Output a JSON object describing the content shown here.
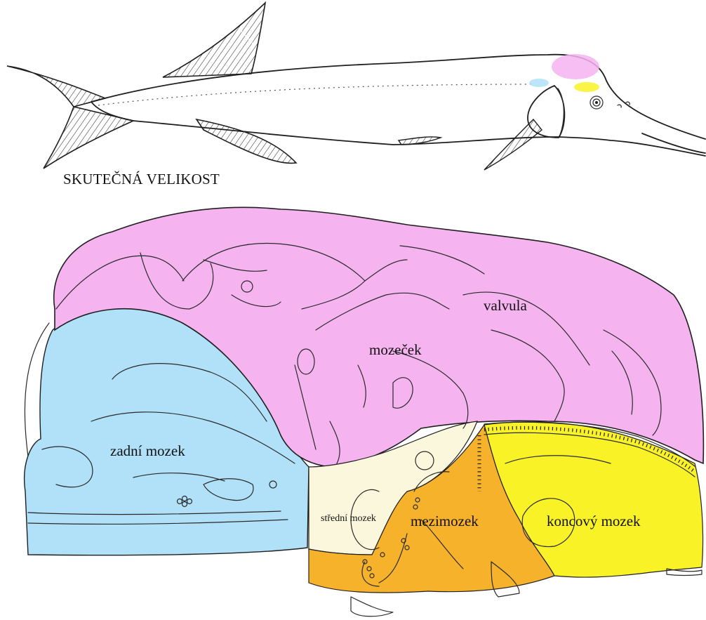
{
  "caption": "SKUTEČNÁ VELIKOST",
  "regions": {
    "valvula": "valvula",
    "cerebellum": "mozeček",
    "hindbrain": "zadní mozek",
    "midbrain": "střední mozek",
    "diencephalon": "mezimozek",
    "telencephalon": "koncový mozek"
  },
  "colors": {
    "cerebellum": "#f5b3f0",
    "hindbrain": "#b0e1f8",
    "midbrain": "#fbf7dc",
    "diencephalon": "#f7b22c",
    "telencephalon": "#f9f227",
    "outline": "#1f1f1f"
  }
}
